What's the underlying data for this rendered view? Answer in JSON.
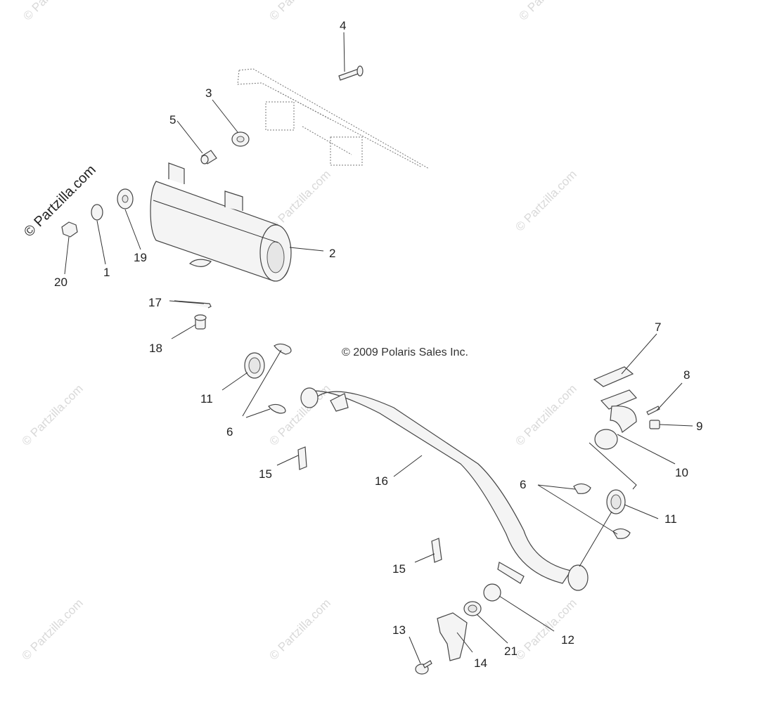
{
  "diagram": {
    "brand_mark": "© Partzilla.com",
    "watermark_text": "© Partzilla.com",
    "copyright": "© 2009 Polaris Sales Inc.",
    "callouts": [
      "4",
      "3",
      "5",
      "2",
      "19",
      "1",
      "20",
      "17",
      "18",
      "11",
      "6",
      "15",
      "16",
      "7",
      "8",
      "9",
      "10",
      "6",
      "11",
      "15",
      "12",
      "21",
      "14",
      "13"
    ]
  }
}
